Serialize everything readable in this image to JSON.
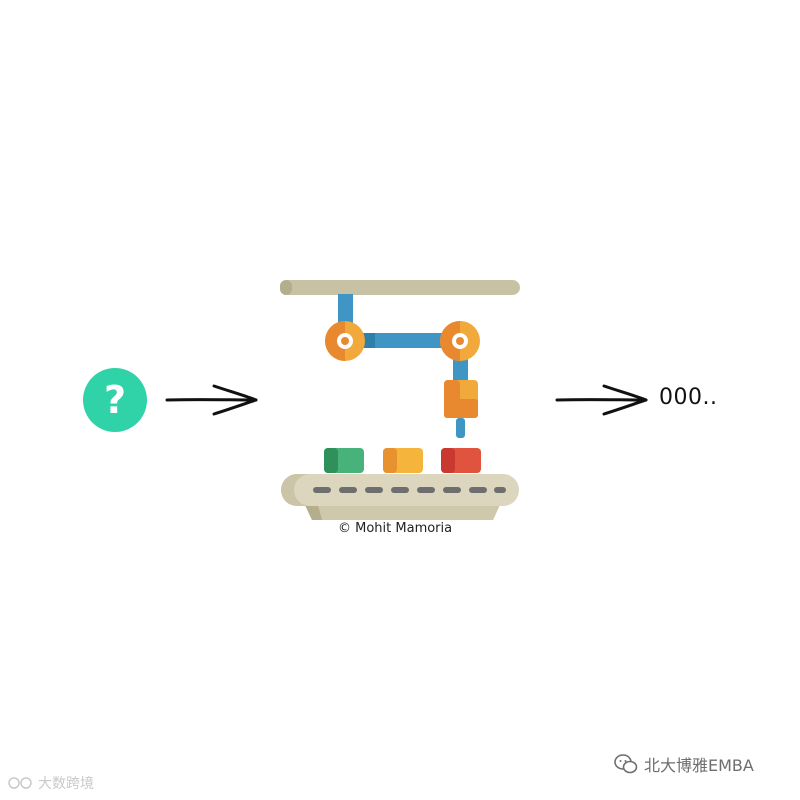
{
  "diagram": {
    "input_symbol": "?",
    "output_text": "000..",
    "credit": "© Mohit Mamoria",
    "icons": {
      "input": "question-circle-icon",
      "machine": "robotic-arm-conveyor-icon",
      "arrow": "arrow-right-icon"
    },
    "colors": {
      "question_circle": "#2fd3a7",
      "rail": "#c8c2a5",
      "arm": "#3f96c4",
      "joint": "#f0a93a",
      "box_green": "#3aa36b",
      "box_yellow": "#f0ad3a",
      "box_red": "#d6473a",
      "belt": "#dcd6bf",
      "belt_dash": "#6e6e6e"
    }
  },
  "watermarks": {
    "bottom_left": "大数跨境",
    "bottom_right": "北大博雅EMBA"
  }
}
